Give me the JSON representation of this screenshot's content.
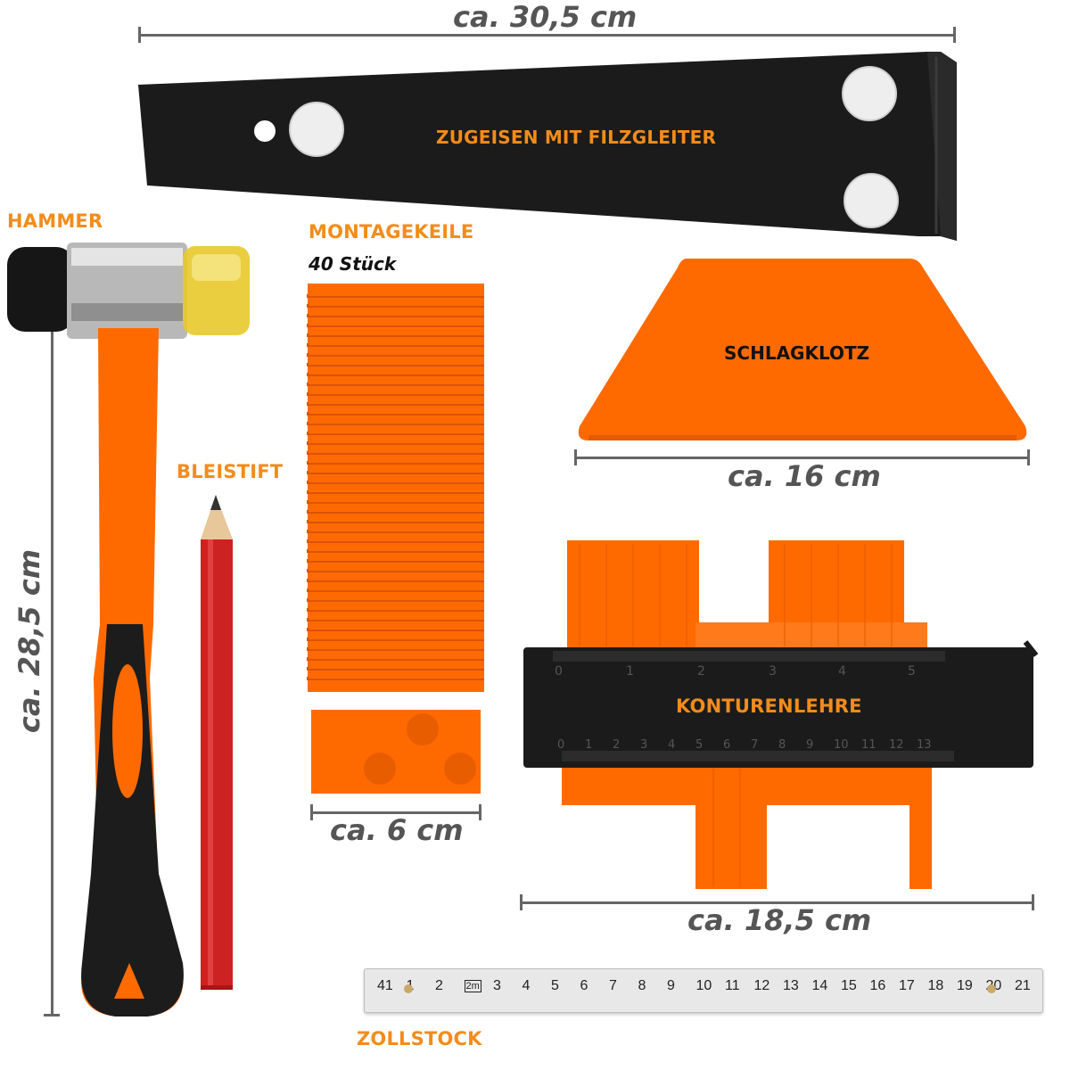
{
  "dimensions": {
    "crowbar": "ca. 30,5 cm",
    "tapping_block": "ca. 16 cm",
    "wedge": "ca. 6 cm",
    "contour_gauge": "ca. 18,5 cm",
    "hammer": "ca. 28,5 cm"
  },
  "labels": {
    "crowbar": "ZUGEISEN MIT FILZGLEITER",
    "hammer": "HAMMER",
    "wedges": "MONTAGEKEILE",
    "wedges_count": "40 Stück",
    "tapping_block": "SCHLAGKLOTZ",
    "pencil": "BLEISTIFT",
    "contour_gauge": "KONTURENLEHRE",
    "folding_rule": "ZOLLSTOCK"
  },
  "rule_marks": {
    "upper": [
      "0",
      "1",
      "2",
      "3",
      "4",
      "5"
    ],
    "lower": [
      "0",
      "1",
      "2",
      "3",
      "4",
      "5",
      "6",
      "7",
      "8",
      "9",
      "10",
      "11",
      "12",
      "13"
    ]
  },
  "zollstock_marks": [
    "41",
    "1",
    "2",
    "2m",
    "3",
    "4",
    "5",
    "6",
    "7",
    "8",
    "9",
    "10",
    "11",
    "12",
    "13",
    "14",
    "15",
    "16",
    "17",
    "18",
    "19",
    "20",
    "21"
  ],
  "colors": {
    "accent_orange": "#f28c1c",
    "tool_orange": "#ff6a00",
    "tool_black": "#1b1b1b",
    "dimension_gray": "#666666"
  }
}
